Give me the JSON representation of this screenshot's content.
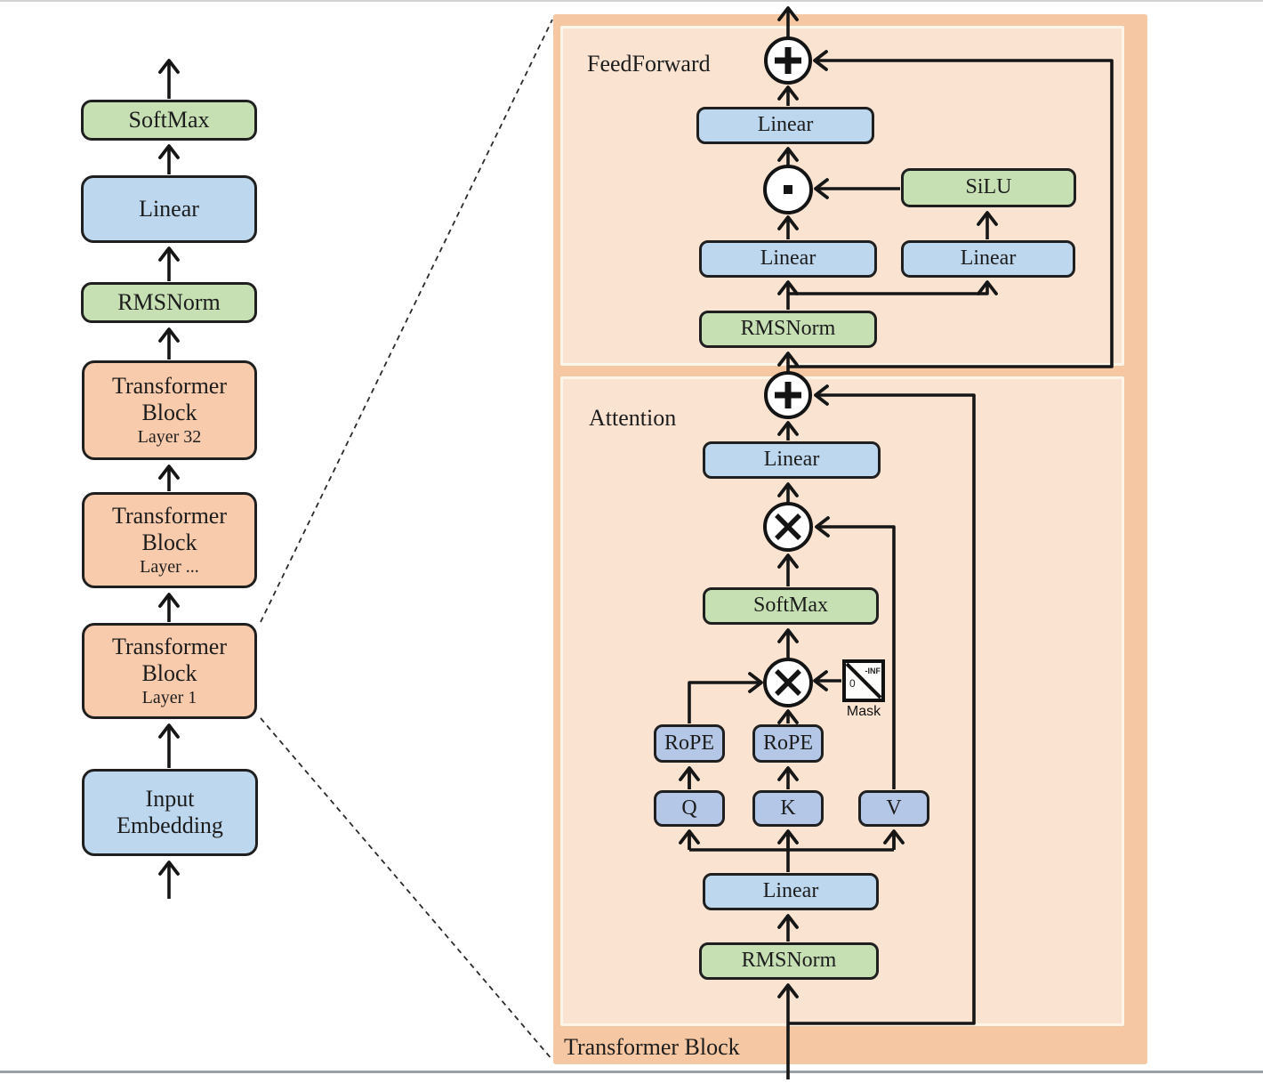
{
  "left_stack": {
    "softmax": "SoftMax",
    "linear": "Linear",
    "rmsnorm": "RMSNorm",
    "block_top": {
      "title": "Transformer Block",
      "layer": "Layer 32"
    },
    "block_mid": {
      "title": "Transformer Block",
      "layer": "Layer ..."
    },
    "block_bottom": {
      "title": "Transformer Block",
      "layer": "Layer 1"
    },
    "input_embedding": "Input Embedding"
  },
  "detail": {
    "panel_label": "Transformer Block",
    "feedforward": {
      "label": "FeedForward",
      "linear_out": "Linear",
      "silu": "SiLU",
      "linear_left": "Linear",
      "linear_right": "Linear",
      "rmsnorm": "RMSNorm"
    },
    "attention": {
      "label": "Attention",
      "linear_out": "Linear",
      "softmax": "SoftMax",
      "mask_label": "Mask",
      "mask_top": "-INF",
      "mask_bottom": "0",
      "rope_q": "RoPE",
      "rope_k": "RoPE",
      "q": "Q",
      "k": "K",
      "v": "V",
      "linear_in": "Linear",
      "rmsnorm": "RMSNorm"
    }
  },
  "operators": {
    "add": "+",
    "multiply": "×",
    "elementwise_dot": "·"
  },
  "colors": {
    "blue_box": "#bdd7ee",
    "green_box": "#c6e0b4",
    "orange_block": "#f8cbad",
    "panel_outer": "#f5c7a2",
    "panel_inner": "#fbe3d2",
    "qkv_box": "#b4c7e7",
    "line": "#161616"
  }
}
